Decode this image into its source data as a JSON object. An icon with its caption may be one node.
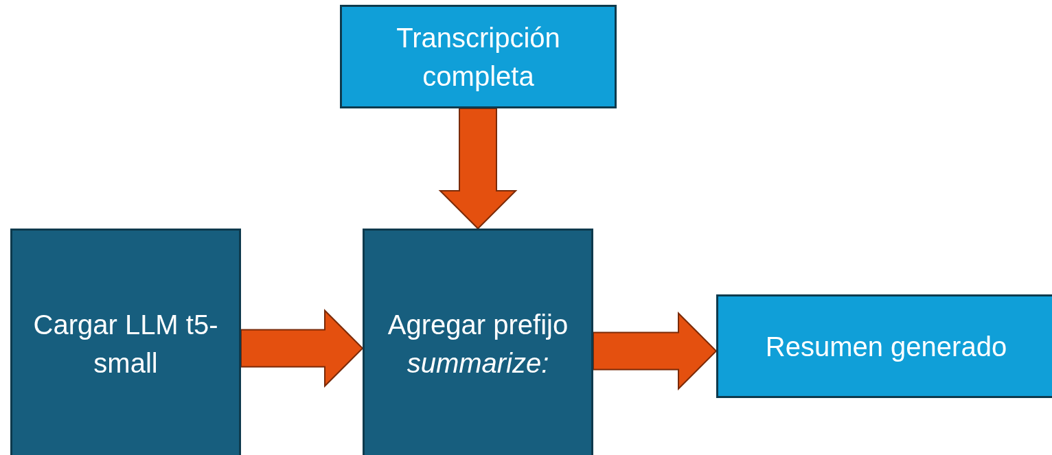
{
  "diagram": {
    "nodes": [
      {
        "text": [
          "Transcripción completa"
        ]
      },
      {
        "text": [
          "Cargar LLM t5-small"
        ]
      },
      {
        "text": [
          "Agregar prefijo *summarize:*"
        ]
      },
      {
        "text": [
          "Resumen generado"
        ]
      }
    ],
    "edges": [
      {
        "from": 0,
        "to": 2,
        "arrow": "to"
      },
      {
        "from": 1,
        "to": 2,
        "arrow": "to"
      },
      {
        "from": 2,
        "to": 3,
        "arrow": "to"
      }
    ]
  }
}
